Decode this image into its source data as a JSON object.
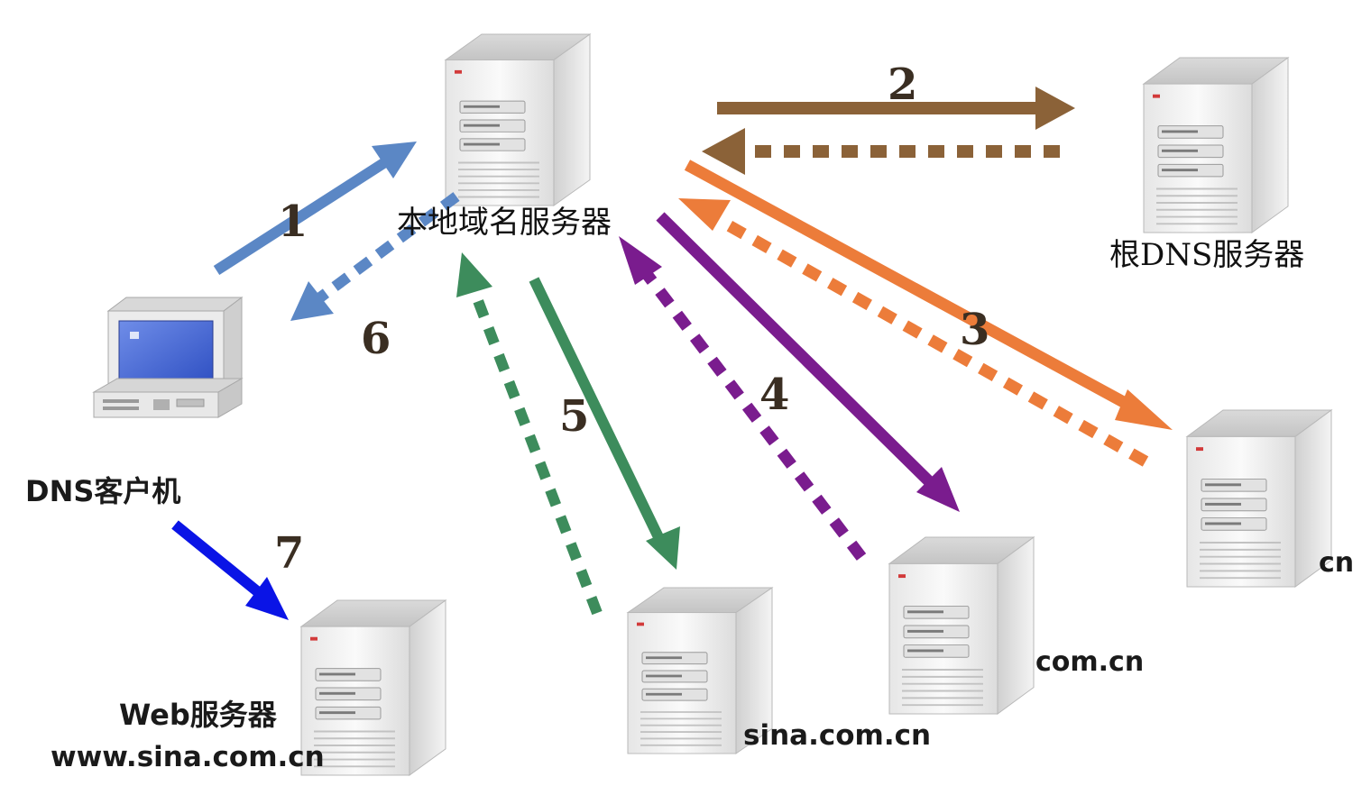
{
  "nodes": {
    "local_dns": {
      "label": "本地域名服务器"
    },
    "root_dns": {
      "label": "根DNS服务器"
    },
    "dns_client": {
      "label": "DNS客户机"
    },
    "web_server": {
      "label": "Web服务器",
      "sublabel": "www.sina.com.cn"
    },
    "cn_server": {
      "label": "cn"
    },
    "comcn_server": {
      "label": "com.cn"
    },
    "sinacomcn_server": {
      "label": "sina.com.cn"
    }
  },
  "steps": {
    "s1": "1",
    "s2": "2",
    "s3": "3",
    "s4": "4",
    "s5": "5",
    "s6": "6",
    "s7": "7"
  },
  "colors": {
    "step1_6": "#5b87c5",
    "step2": "#8b6238",
    "step3": "#ec7c3a",
    "step4": "#7a1c8e",
    "step5": "#3d8c5c",
    "step7": "#0a14e6",
    "server_body": "#f1f1f1",
    "screen": "#3e63d6"
  },
  "icons": {
    "server": "server-icon",
    "client": "desktop-computer-icon"
  }
}
